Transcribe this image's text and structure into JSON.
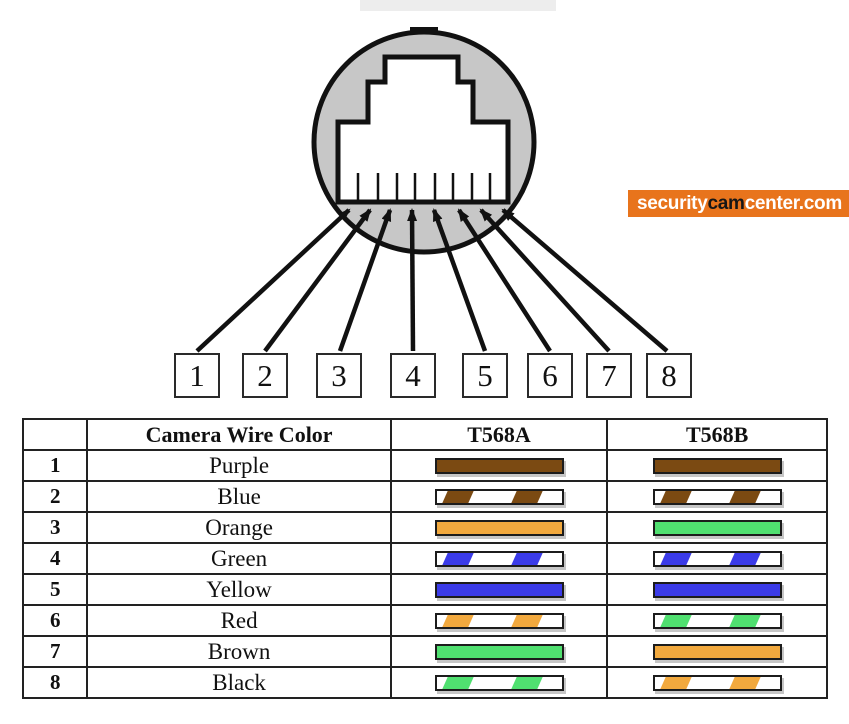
{
  "brand": {
    "part1": "security",
    "part2": "cam",
    "part3": "center.com"
  },
  "pin_boxes": [
    "1",
    "2",
    "3",
    "4",
    "5",
    "6",
    "7",
    "8"
  ],
  "table": {
    "headers": [
      "",
      "Camera Wire Color",
      "T568A",
      "T568B"
    ],
    "rows": [
      {
        "pin": "1",
        "color": "Purple",
        "t568a": {
          "style": "solid",
          "color": "brown"
        },
        "t568b": {
          "style": "solid",
          "color": "brown"
        }
      },
      {
        "pin": "2",
        "color": "Blue",
        "t568a": {
          "style": "striped",
          "color": "brown"
        },
        "t568b": {
          "style": "striped",
          "color": "brown"
        }
      },
      {
        "pin": "3",
        "color": "Orange",
        "t568a": {
          "style": "solid",
          "color": "orange"
        },
        "t568b": {
          "style": "solid",
          "color": "green"
        }
      },
      {
        "pin": "4",
        "color": "Green",
        "t568a": {
          "style": "striped",
          "color": "blue"
        },
        "t568b": {
          "style": "striped",
          "color": "blue"
        }
      },
      {
        "pin": "5",
        "color": "Yellow",
        "t568a": {
          "style": "solid",
          "color": "blue"
        },
        "t568b": {
          "style": "solid",
          "color": "blue"
        }
      },
      {
        "pin": "6",
        "color": "Red",
        "t568a": {
          "style": "striped",
          "color": "orange"
        },
        "t568b": {
          "style": "striped",
          "color": "green"
        }
      },
      {
        "pin": "7",
        "color": "Brown",
        "t568a": {
          "style": "solid",
          "color": "green"
        },
        "t568b": {
          "style": "solid",
          "color": "orange"
        }
      },
      {
        "pin": "8",
        "color": "Black",
        "t568a": {
          "style": "striped",
          "color": "green"
        },
        "t568b": {
          "style": "striped",
          "color": "orange"
        }
      }
    ]
  },
  "colors": {
    "brown": "#7B4A12",
    "orange": "#F2A93E",
    "green": "#50E070",
    "blue": "#3B3BE8",
    "brand_orange": "#E8741C",
    "connector_gray": "#C7C7C7"
  }
}
